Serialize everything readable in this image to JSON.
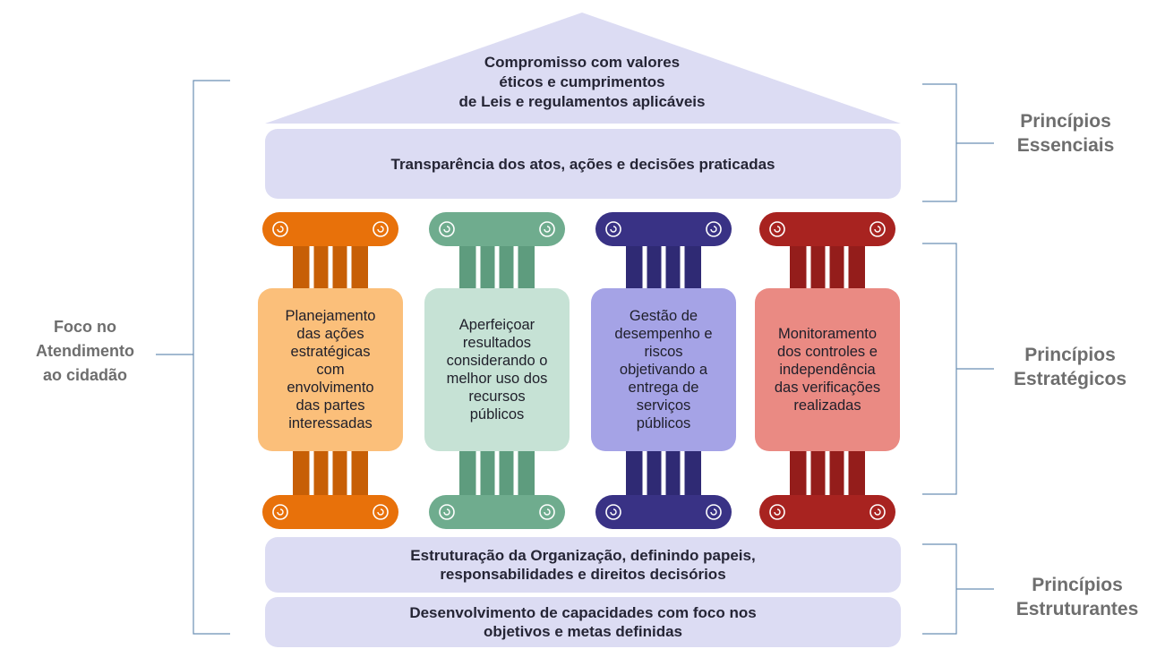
{
  "roof": {
    "lines": [
      "Compromisso com valores",
      "éticos e cumprimentos",
      "de Leis e regulamentos aplicáveis"
    ]
  },
  "top_bar": {
    "text": "Transparência dos atos, ações e decisões praticadas"
  },
  "columns": [
    {
      "lines": [
        "Planejamento",
        "das ações",
        "estratégicas",
        "com",
        "envolvimento",
        "das partes",
        "interessadas"
      ],
      "capital_color": "#e8710a",
      "shaft_color": "#c75f06",
      "body_color": "#fbbf7a"
    },
    {
      "lines": [
        "Aperfeiçoar",
        "resultados",
        "considerando o",
        "melhor uso dos",
        "recursos",
        "públicos"
      ],
      "capital_color": "#6fac8e",
      "shaft_color": "#5e9c7e",
      "body_color": "#c6e2d5"
    },
    {
      "lines": [
        "Gestão de",
        "desempenho e",
        "riscos",
        "objetivando a",
        "entrega de",
        "serviços",
        "públicos"
      ],
      "capital_color": "#393285",
      "shaft_color": "#2f2a74",
      "body_color": "#a5a3e6"
    },
    {
      "lines": [
        "Monitoramento",
        "dos controles e",
        "independência",
        "das verificações",
        "realizadas"
      ],
      "capital_color": "#a82320",
      "shaft_color": "#941d1b",
      "body_color": "#ea8a83"
    }
  ],
  "bottom_bars": [
    {
      "lines": [
        "Estruturação da Organização, definindo papeis,",
        "responsabilidades e direitos decisórios"
      ]
    },
    {
      "lines": [
        "Desenvolvimento de capacidades com foco nos",
        "objetivos e metas definidas"
      ]
    }
  ],
  "left_label": {
    "lines": [
      "Foco no",
      "Atendimento",
      "ao cidadão"
    ]
  },
  "right_labels": [
    {
      "lines": [
        "Princípios",
        "Essenciais"
      ]
    },
    {
      "lines": [
        "Princípios",
        "Estratégicos"
      ]
    },
    {
      "lines": [
        "Princípios",
        "Estruturantes"
      ]
    }
  ],
  "colors": {
    "bar_fill": "#dcdcf3",
    "bracket_line": "#6b8fb3",
    "label_gray": "#6e6e6e"
  }
}
